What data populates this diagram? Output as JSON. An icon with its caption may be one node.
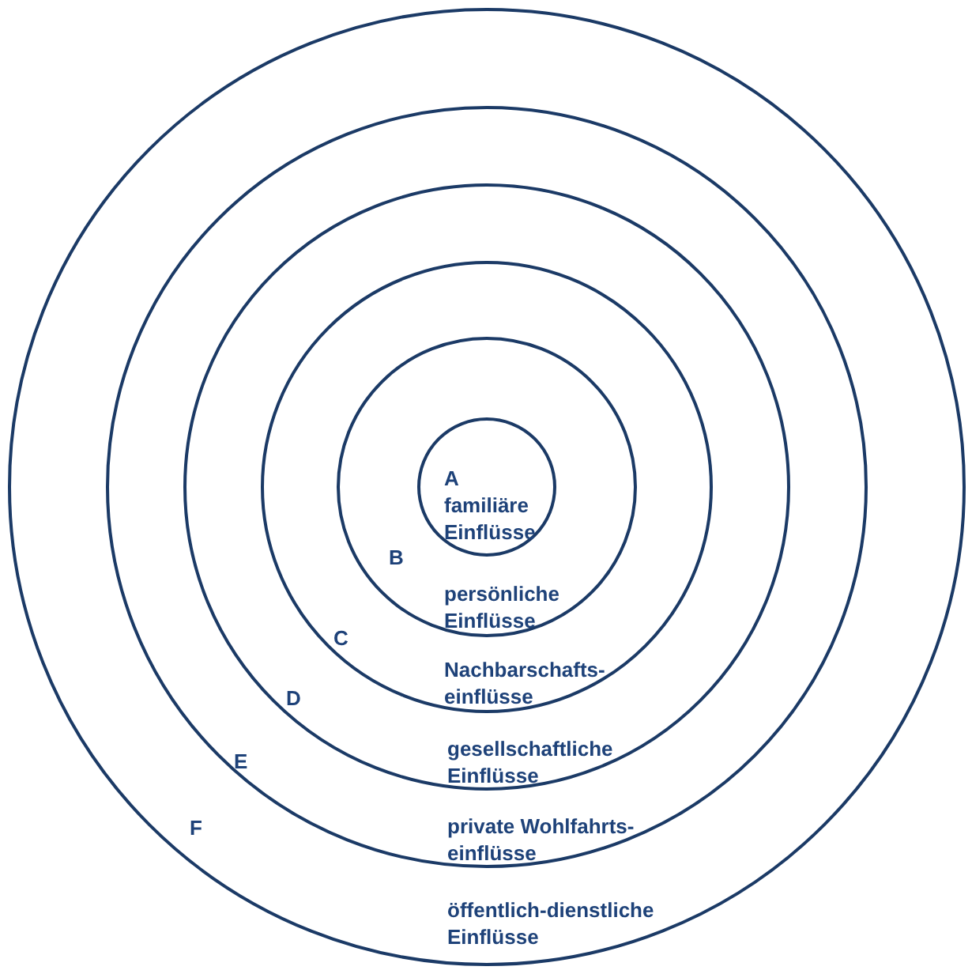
{
  "diagram": {
    "nodes": [
      {
        "text": [
          "öffentlich-dienstliche Einflüsse"
        ]
      },
      {
        "text": [
          "private Wohlfahrts- einflüsse"
        ],
        "in": 0
      },
      {
        "text": [
          "gesellschaftliche Einflüsse"
        ],
        "in": 1
      },
      {
        "text": [
          "Nachbarschafts- einflüsse"
        ],
        "in": 2
      },
      {
        "text": [
          "persönliche Einflüsse"
        ],
        "in": 3
      },
      {
        "text": [
          "familiäre Einflüsse"
        ],
        "in": 4
      }
    ],
    "labels": [
      "A",
      "B",
      "C",
      "D",
      "E",
      "F"
    ]
  }
}
